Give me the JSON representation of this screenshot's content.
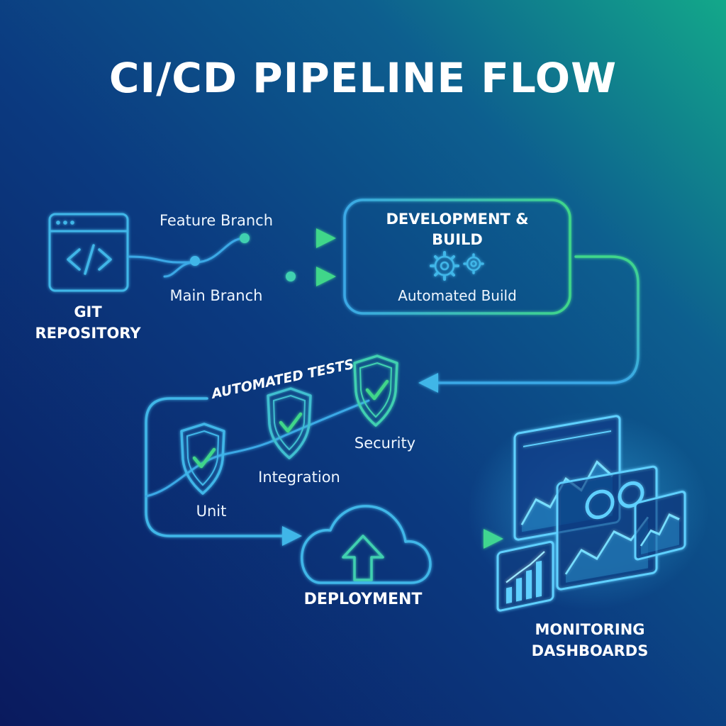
{
  "title": "CI/CD PIPELINE FLOW",
  "nodes": {
    "git_repository": {
      "label_line1": "GIT",
      "label_line2": "REPOSITORY",
      "icon": "code-window-icon"
    },
    "development_build": {
      "label_line1": "DEVELOPMENT &",
      "label_line2": "BUILD",
      "sublabel": "Automated Build",
      "icon": "gears-icon"
    },
    "automated_tests": {
      "label": "AUTOMATED TESTS",
      "tests": [
        {
          "label": "Unit",
          "icon": "shield-check-icon"
        },
        {
          "label": "Integration",
          "icon": "shield-check-icon"
        },
        {
          "label": "Security",
          "icon": "shield-check-icon"
        }
      ]
    },
    "deployment": {
      "label": "DEPLOYMENT",
      "icon": "cloud-upload-icon"
    },
    "monitoring": {
      "label_line1": "MONITORING",
      "label_line2": "DASHBOARDS",
      "icon": "dashboard-screens-icon"
    }
  },
  "edges": {
    "feature_branch": "Feature Branch",
    "main_branch": "Main Branch"
  },
  "colors": {
    "background_start": "#0a1f66",
    "background_end": "#12a58a",
    "line_cyan": "#3fb6e8",
    "line_green": "#3fd68a",
    "text": "#ffffff"
  }
}
